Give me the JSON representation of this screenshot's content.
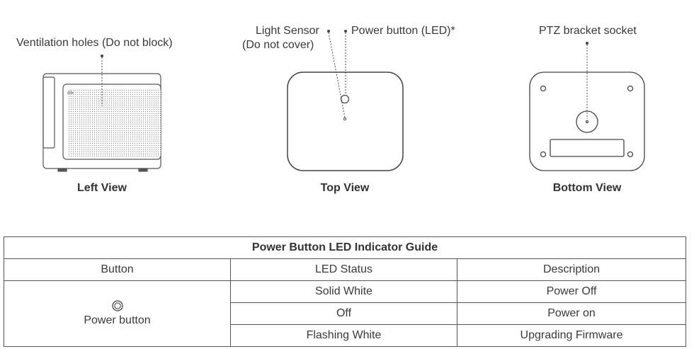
{
  "diagram": {
    "left_view": {
      "title": "Left View",
      "callout": "Ventilation holes (Do not block)",
      "brand_mark": "dilx"
    },
    "top_view": {
      "title": "Top View",
      "callout_light_sensor": "Light Sensor",
      "callout_light_sensor_note": "(Do not cover)",
      "callout_power_button": "Power button (LED)*"
    },
    "bottom_view": {
      "title": "Bottom View",
      "callout": "PTZ bracket socket"
    }
  },
  "table": {
    "title": "Power Button LED Indicator Guide",
    "headers": [
      "Button",
      "LED Status",
      "Description"
    ],
    "button_label": "Power button",
    "button_icon": "power-button-icon",
    "rows": [
      {
        "status": "Solid White",
        "description": "Power Off"
      },
      {
        "status": "Off",
        "description": "Power on"
      },
      {
        "status": "Flashing White",
        "description": "Upgrading Firmware"
      }
    ]
  }
}
